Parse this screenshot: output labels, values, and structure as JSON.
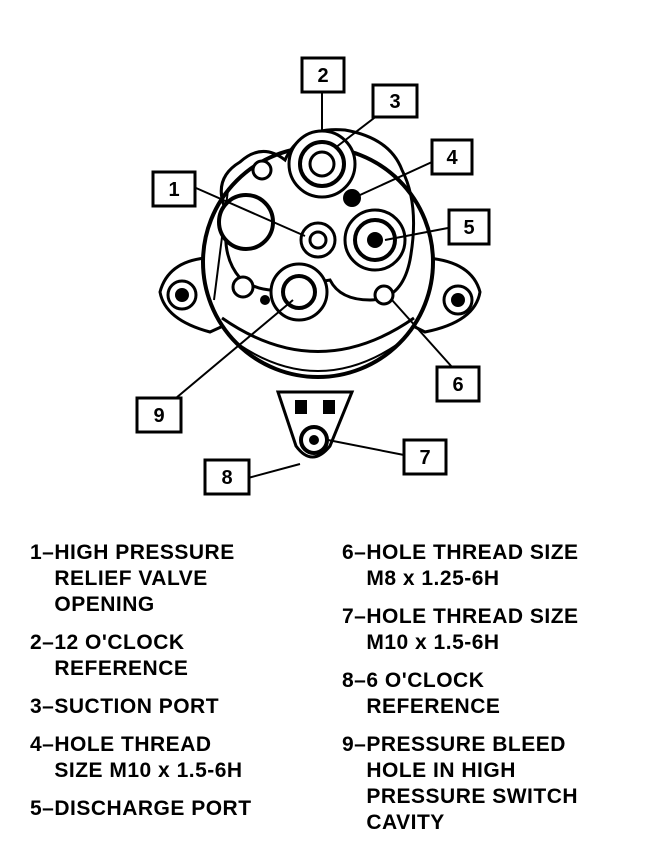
{
  "callouts": [
    "1",
    "2",
    "3",
    "4",
    "5",
    "6",
    "7",
    "8",
    "9"
  ],
  "legend": [
    {
      "num": "1–",
      "text": "HIGH PRESSURE\nRELIEF VALVE\nOPENING"
    },
    {
      "num": "2–",
      "text": "12 O'CLOCK\nREFERENCE"
    },
    {
      "num": "3–",
      "text": "SUCTION PORT"
    },
    {
      "num": "4–",
      "text": "HOLE THREAD\nSIZE M10 x 1.5-6H"
    },
    {
      "num": "5–",
      "text": "DISCHARGE PORT"
    },
    {
      "num": "6–",
      "text": "HOLE THREAD SIZE\nM8 x 1.25-6H"
    },
    {
      "num": "7–",
      "text": "HOLE THREAD SIZE\nM10 x 1.5-6H"
    },
    {
      "num": "8–",
      "text": "6 O'CLOCK\nREFERENCE"
    },
    {
      "num": "9–",
      "text": "PRESSURE BLEED\nHOLE IN HIGH\nPRESSURE SWITCH\nCAVITY"
    }
  ]
}
